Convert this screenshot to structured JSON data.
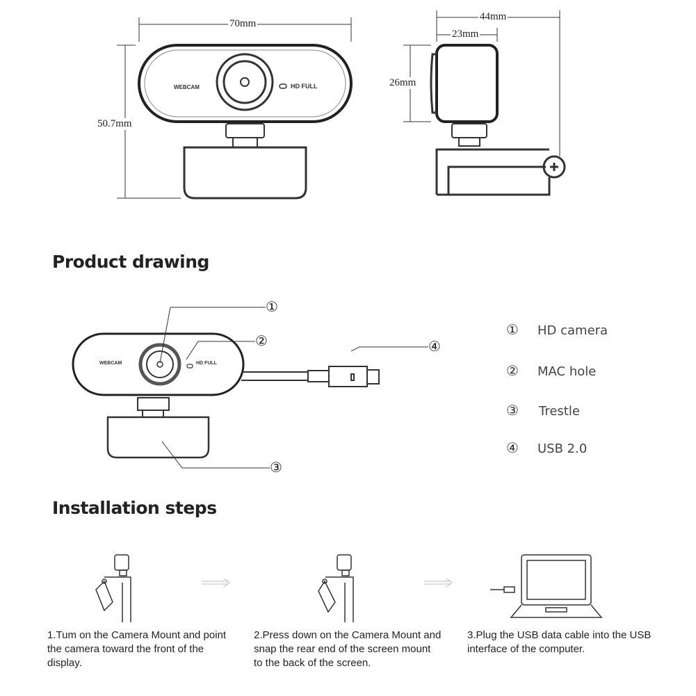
{
  "dimensions": {
    "width": "70mm",
    "height": "50.7mm",
    "depth": "44mm",
    "body_depth": "23mm",
    "body_height": "26mm"
  },
  "device_labels": {
    "brand": "WEBCAM",
    "hd": "HD FULL"
  },
  "product_drawing": {
    "title": "Product drawing",
    "parts": [
      {
        "num": "①",
        "label": "HD camera"
      },
      {
        "num": "②",
        "label": "MAC hole"
      },
      {
        "num": "③",
        "label": "Trestle"
      },
      {
        "num": "④",
        "label": "USB 2.0"
      }
    ]
  },
  "installation": {
    "title": "Installation steps",
    "steps": [
      "1.Tum on the Camera Mount and point the camera toward the front of the display.",
      "2.Press down on the Camera Mount and snap the rear end of the screen mount to the back of the screen.",
      "3.Plug the USB data cable into the USB interface of the computer."
    ]
  }
}
